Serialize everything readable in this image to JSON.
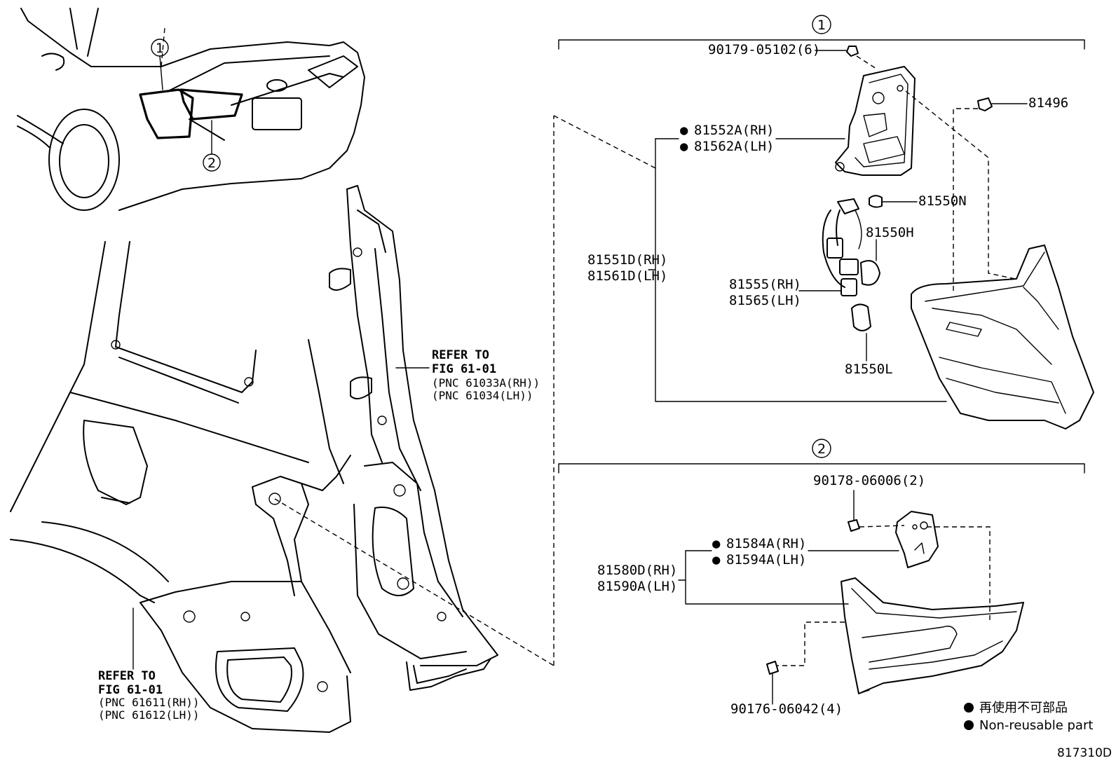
{
  "callouts": {
    "c1": "1",
    "c2": "2"
  },
  "group1": {
    "screw": "90179-05102(6)",
    "clip": "81496",
    "cover_rh": "81552A(RH)",
    "cover_lh": "81562A(LH)",
    "assy_rh": "81551D(RH)",
    "assy_lh": "81561D(LH)",
    "bulb_n": "81550N",
    "bulb_h": "81550H",
    "socket_rh": "81555(RH)",
    "socket_lh": "81565(LH)",
    "bulb_l": "81550L"
  },
  "group2": {
    "nut": "90178-06006(2)",
    "cover_rh": "81584A(RH)",
    "cover_lh": "81594A(LH)",
    "assy_rh": "81580D(RH)",
    "assy_lh": "81590A(LH)",
    "bolt": "90176-06042(4)"
  },
  "refer_upper": {
    "line1": "REFER TO",
    "line2": "FIG 61-01",
    "line3": "(PNC 61033A(RH))",
    "line4": "(PNC 61034(LH))"
  },
  "refer_lower": {
    "line1": "REFER TO",
    "line2": "FIG 61-01",
    "line3": "(PNC 61611(RH))",
    "line4": "(PNC 61612(LH))"
  },
  "legend": {
    "jp": "再使用不可部品",
    "en": "Non-reusable part"
  },
  "figure_id": "817310D"
}
